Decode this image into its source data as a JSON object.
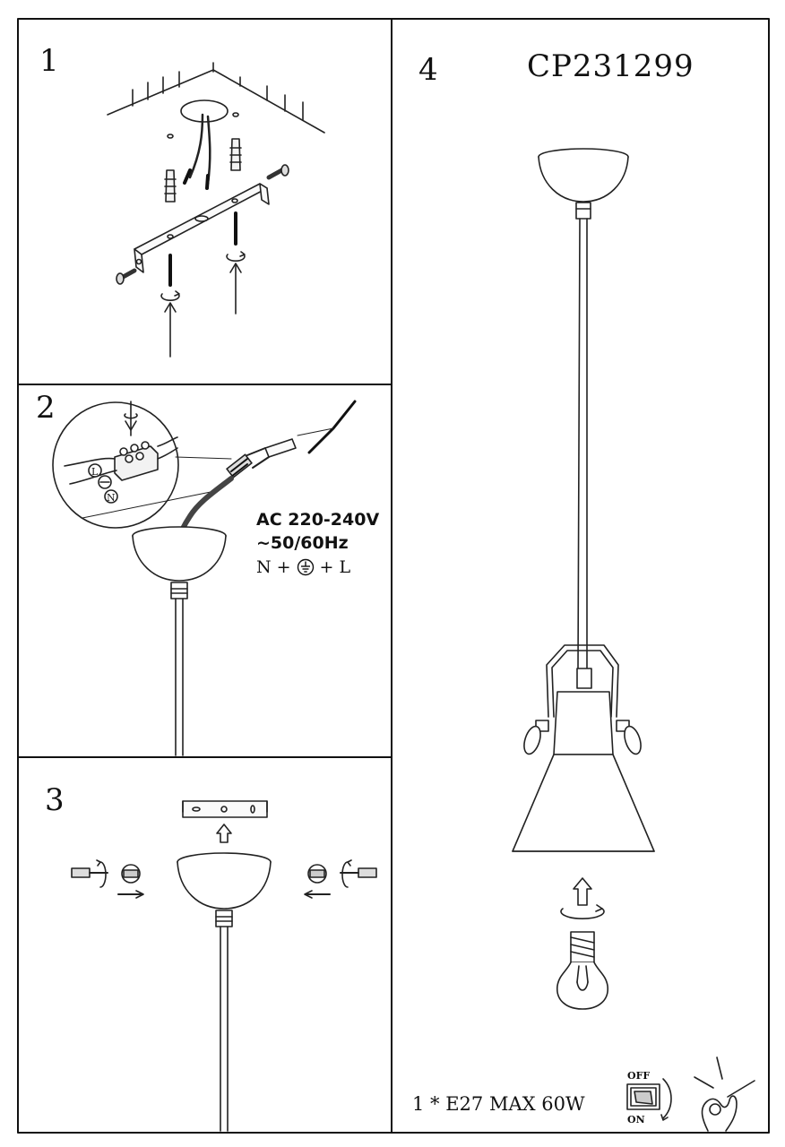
{
  "model": "CP231299",
  "steps": [
    "1",
    "2",
    "3",
    "4"
  ],
  "wiring": {
    "voltage": "AC 220-240V",
    "frequency": "~50/60Hz",
    "neutral": "N",
    "live": "L",
    "plus": "+",
    "terminal_l": "L",
    "terminal_n": "N"
  },
  "bulb": {
    "spec": "1 * E27 MAX 60W"
  },
  "switch": {
    "off": "OFF",
    "on": "ON"
  }
}
